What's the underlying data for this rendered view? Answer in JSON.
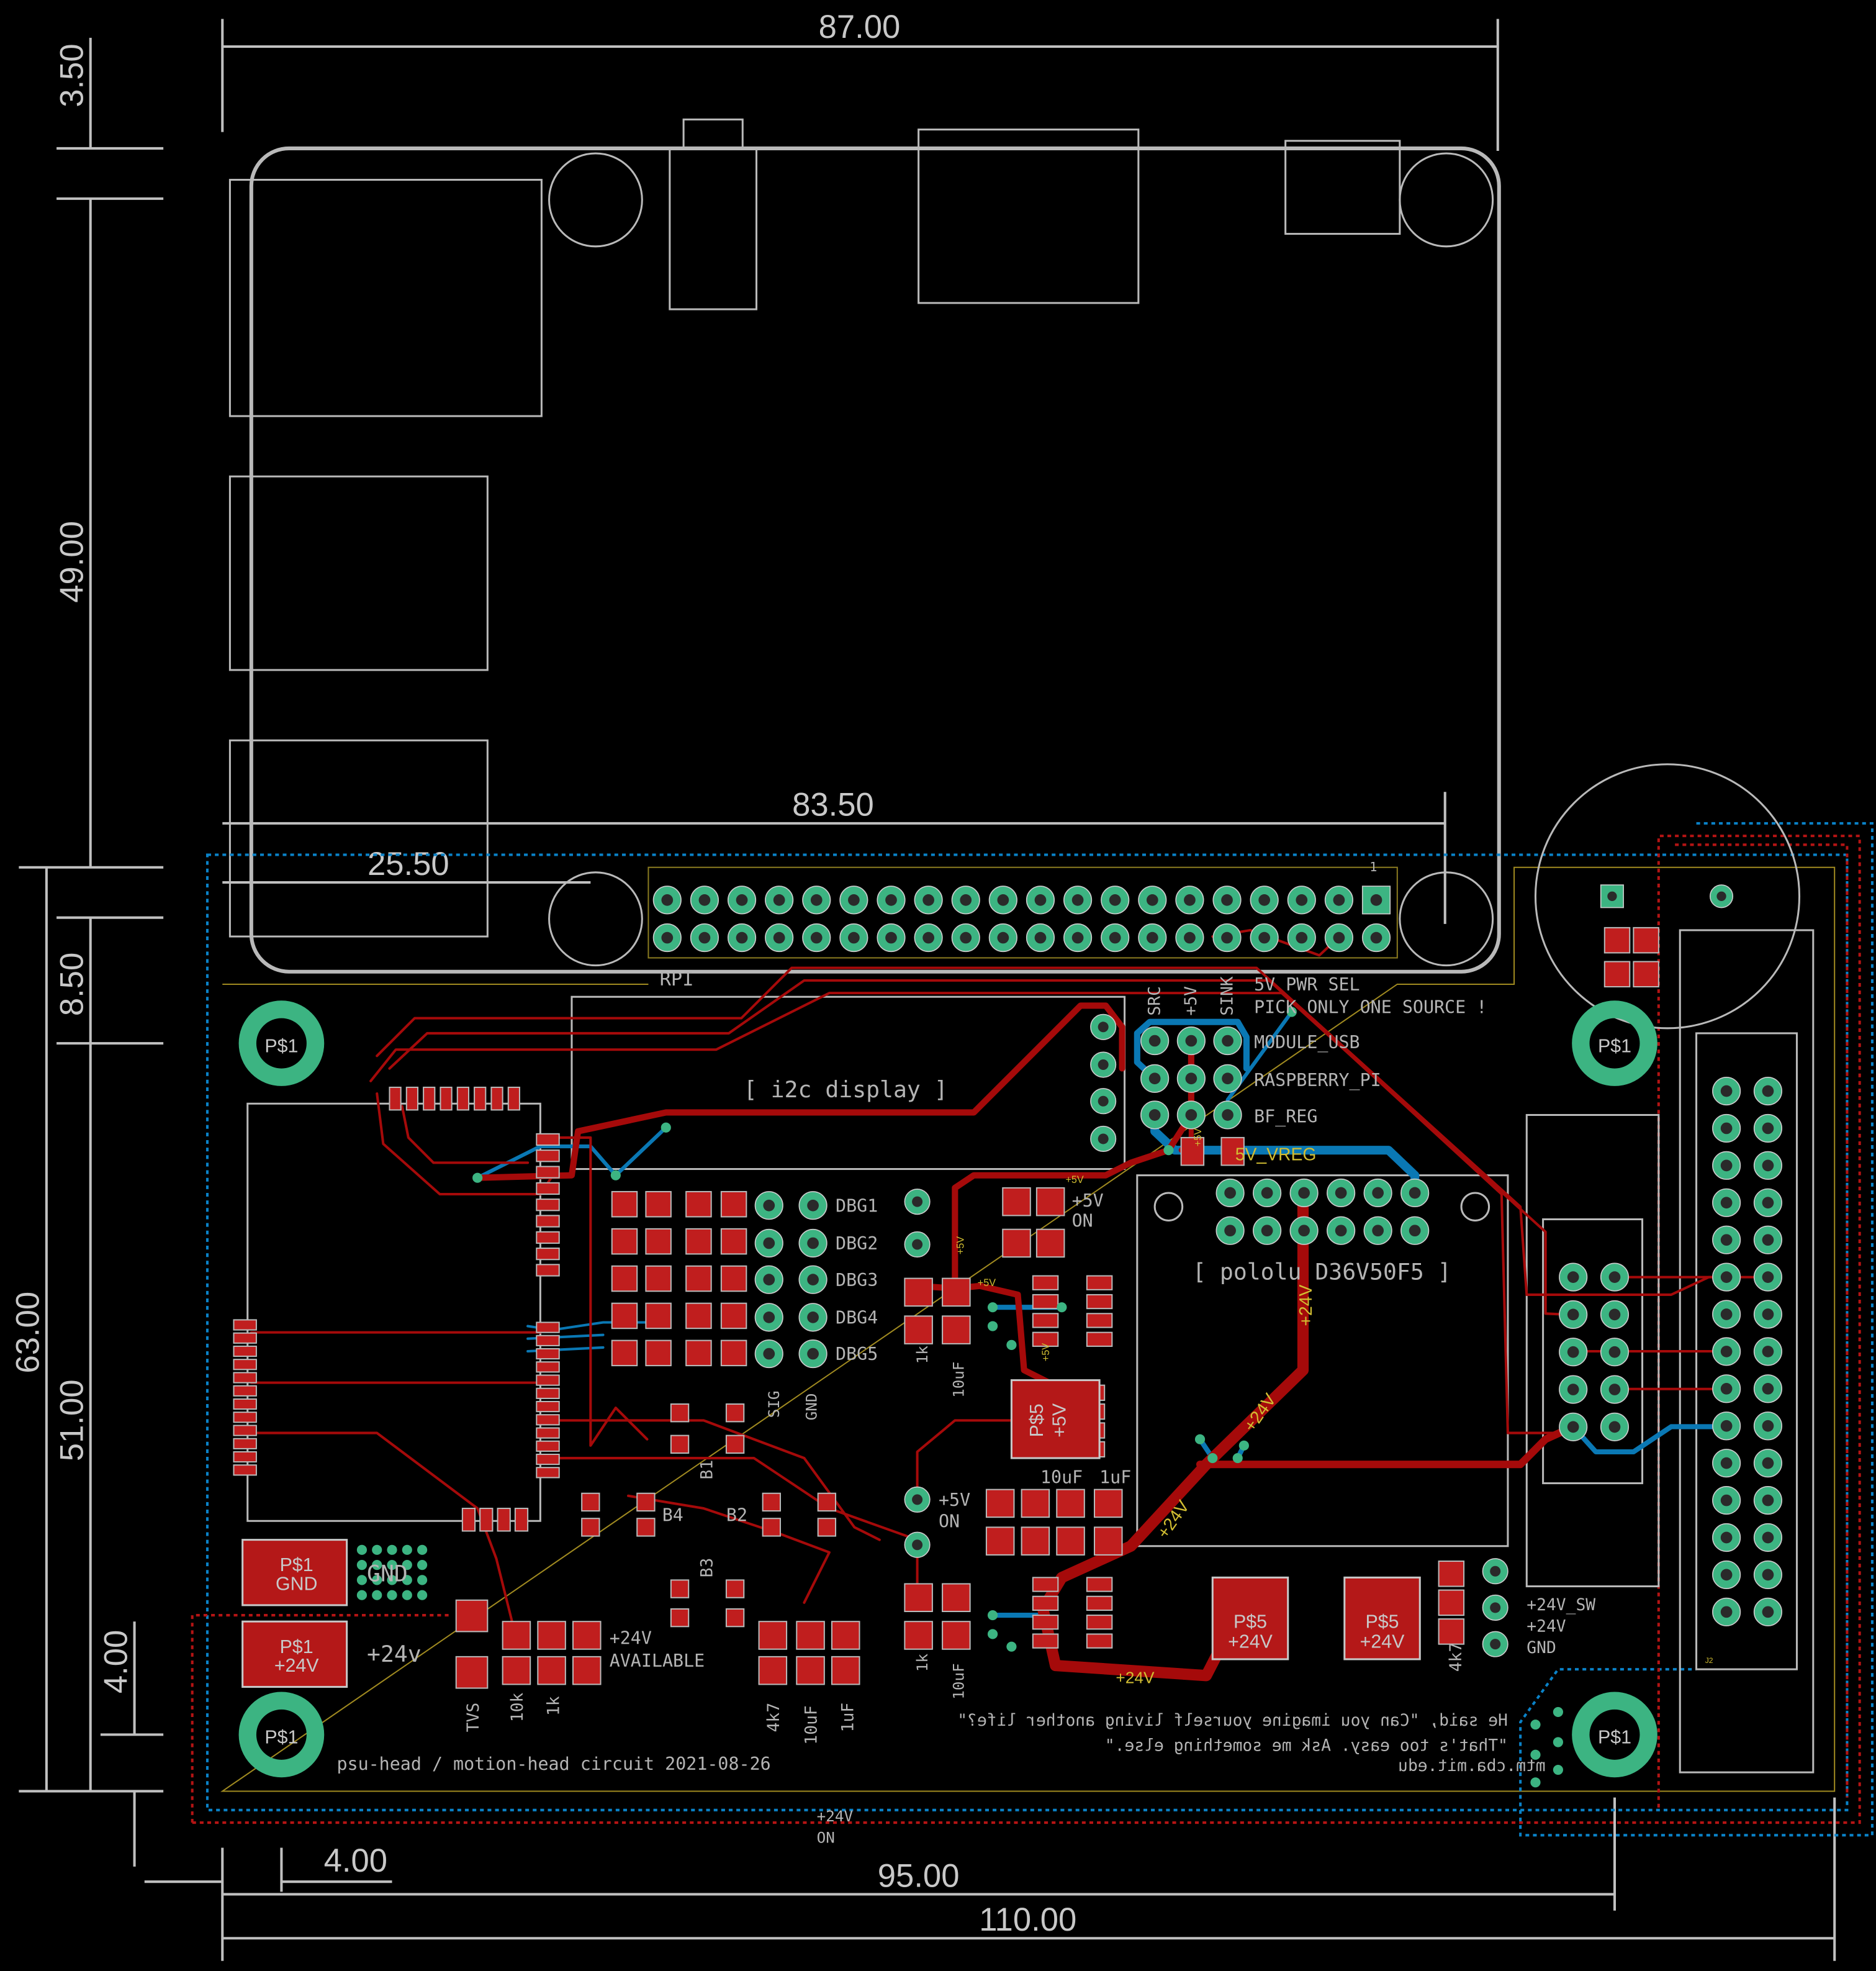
{
  "colors": {
    "background": "#000000",
    "top_copper": "#a50a0a",
    "bottom_copper": "#0a78b4",
    "pads": "#3cb482",
    "silkscreen": "#b4b4b4",
    "names": "#d2be32"
  },
  "dimensions": {
    "top_width": "87.00",
    "header_width": "83.50",
    "hole_offset": "25.50",
    "top_margin": "3.50",
    "rpi_height": "49.00",
    "overlap": "8.50",
    "total_height": "63.00",
    "board_height": "51.00",
    "left_bottom": "4.00",
    "bottom_offset": "4.00",
    "board_width": "95.00",
    "total_width": "110.00"
  },
  "rpi": {
    "label": "RPI",
    "pin1": "1"
  },
  "display": {
    "label": "[ i2c display ]"
  },
  "selector": {
    "columns": [
      "SRC",
      "+5V",
      "SINK"
    ],
    "title": "5V PWR SEL",
    "warning": "PICK ONLY ONE SOURCE !",
    "rows": [
      "MODULE_USB",
      "RASPBERRY_PI",
      "BF_REG"
    ],
    "vreg_label": "5V_VREG",
    "plus5_label": "+5V"
  },
  "pololu": {
    "label": "[ pololu D36V50F5 ]"
  },
  "debug": {
    "labels": [
      "DBG1",
      "DBG2",
      "DBG3",
      "DBG4",
      "DBG5"
    ],
    "sig": "SIG",
    "gnd": "GND"
  },
  "leds": {
    "top_on": [
      "+5V",
      "ON"
    ],
    "mid_on": [
      "+5V",
      "ON"
    ],
    "r1": "1k",
    "c1": "10uF",
    "r2": "1k",
    "c2": "10uF",
    "cap_a": "10uF",
    "cap_b": "1uF"
  },
  "buttons": [
    "B1",
    "B4",
    "B2",
    "B3"
  ],
  "power": {
    "gnd_pad": [
      "P$1",
      "GND"
    ],
    "v24_pad": [
      "P$1",
      "+24V"
    ],
    "gnd_silk": "GND",
    "v24_silk": "+24v",
    "tvs": "TVS",
    "r10k": "10k",
    "r1k": "1k",
    "available": [
      "+24V",
      "AVAILABLE"
    ],
    "r4k7": "4k7",
    "c10u": "10uF",
    "c1u": "1uF"
  },
  "regulator": {
    "p5_5v": [
      "P$5",
      "+5V"
    ],
    "p5_24a": [
      "P$5",
      "+24V"
    ],
    "p5_24b": [
      "P$5",
      "+24V"
    ]
  },
  "nets": {
    "trace_24v_a": "+24V",
    "trace_24v_b": "+24V",
    "trace_24v_c": "+24V",
    "trace_24v_d": "+24V",
    "trace_5v_a": "+5V",
    "trace_5v_b": "+5V",
    "trace_5v_c": "+5V",
    "trace_5v_d": "+5V"
  },
  "output_header": {
    "labels": [
      "+24V_SW",
      "+24V",
      "GND"
    ],
    "resistor": "4k7"
  },
  "mount_hole": "P$1",
  "connector": {
    "name": "J2"
  },
  "bottom_on": [
    "+24V",
    "ON"
  ],
  "footer": {
    "title": "psu-head / motion-head circuit 2021-08-26",
    "quote_lines": [
      "He said, \"Can you imagine yourself living another life?\"",
      "\"That's too easy. Ask me something else.\"",
      "mtm.cba.mit.edu"
    ]
  }
}
